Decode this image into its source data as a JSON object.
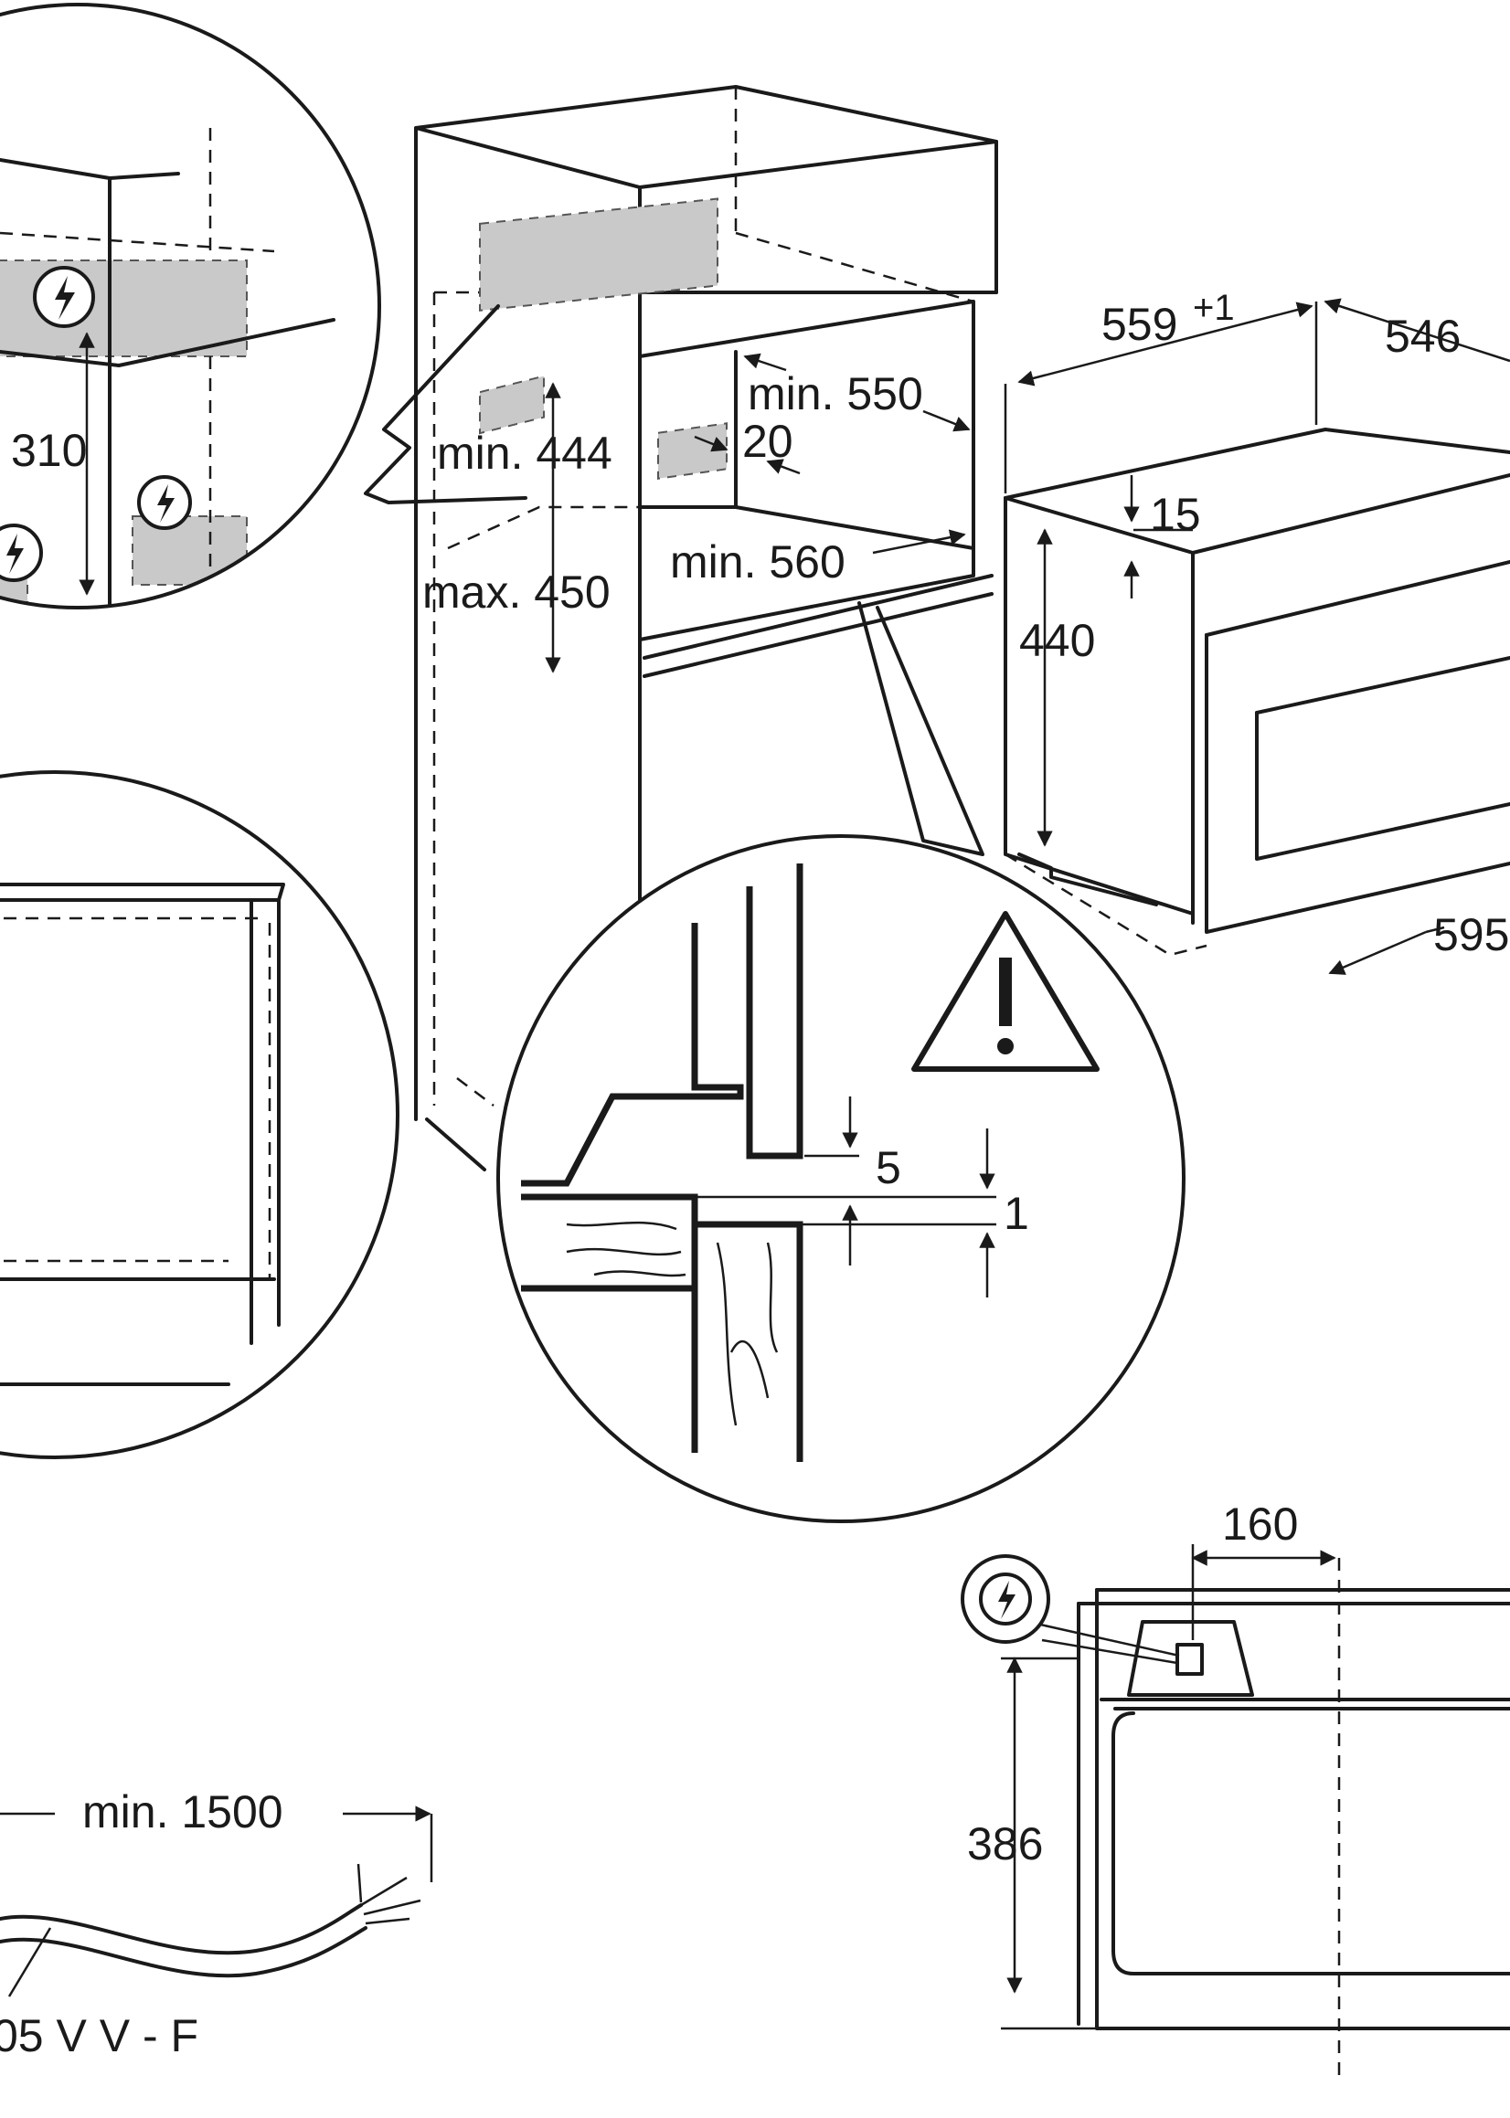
{
  "dimensions": {
    "niche_height_310": "310",
    "left_cut_0": "0",
    "niche_min_444": "min. 444",
    "niche_max_450": "max. 450",
    "depth_min_550": "min. 550",
    "gap_20": "20",
    "width_min_560": "min. 560",
    "oven_width": "559",
    "oven_width_tol": "+1",
    "oven_depth": "546",
    "oven_front_15": "15",
    "oven_height_440": "440",
    "oven_front_width": "595",
    "detail_gap_5": "5",
    "detail_gap_1": "1",
    "socket_offset_160": "160",
    "socket_height_386": "386",
    "cable_length": "min. 1500",
    "cable_type": "05 V V - F"
  },
  "icons": {
    "electric": "electric-hazard-icon",
    "warning": "warning-triangle-icon"
  },
  "colors": {
    "line": "#1a1a1a",
    "zone": "#c9c9c9",
    "background": "#ffffff"
  }
}
